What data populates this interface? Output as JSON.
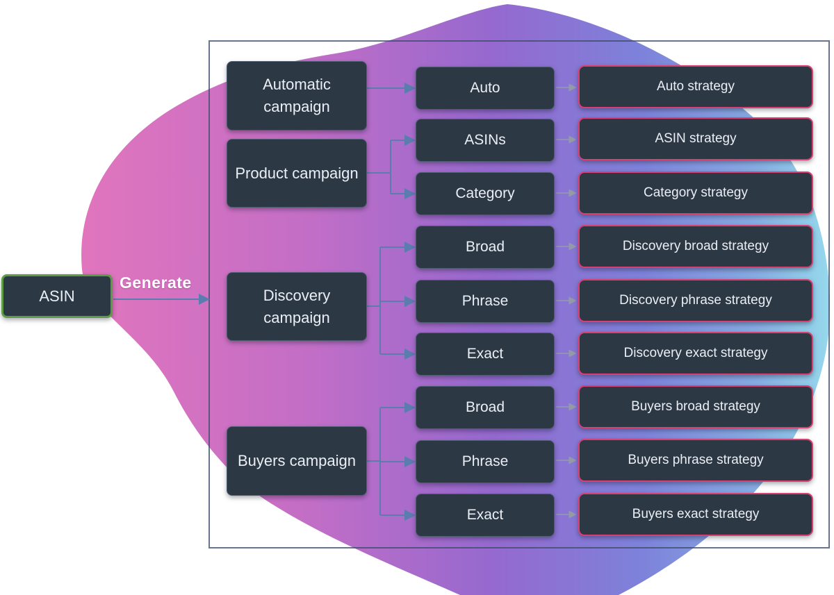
{
  "diagram": {
    "root_label": "ASIN",
    "edge_label": "Generate",
    "tree": [
      {
        "campaign": "Automatic campaign",
        "children": [
          {
            "match": "Auto",
            "strategy": "Auto strategy"
          }
        ]
      },
      {
        "campaign": "Product campaign",
        "children": [
          {
            "match": "ASINs",
            "strategy": "ASIN strategy"
          },
          {
            "match": "Category",
            "strategy": "Category strategy"
          }
        ]
      },
      {
        "campaign": "Discovery campaign",
        "children": [
          {
            "match": "Broad",
            "strategy": "Discovery broad strategy"
          },
          {
            "match": "Phrase",
            "strategy": "Discovery phrase strategy"
          },
          {
            "match": "Exact",
            "strategy": "Discovery exact strategy"
          }
        ]
      },
      {
        "campaign": "Buyers campaign",
        "children": [
          {
            "match": "Broad",
            "strategy": "Buyers broad strategy"
          },
          {
            "match": "Phrase",
            "strategy": "Buyers phrase strategy"
          },
          {
            "match": "Exact",
            "strategy": "Buyers exact strategy"
          }
        ]
      }
    ],
    "colors": {
      "node_background": "#2d3845",
      "node_text": "#eaeef5",
      "strategy_border": "#d84071",
      "asin_border": "#5d9c44",
      "connector_blue": "#5b7cae",
      "connector_gray": "#95a0a5",
      "frame_border": "#3e4c6c",
      "blob_gradient": [
        "#e175bd",
        "#c36ec6",
        "#9569cf",
        "#7d82da",
        "#86abe2",
        "#96d9ec"
      ]
    }
  }
}
